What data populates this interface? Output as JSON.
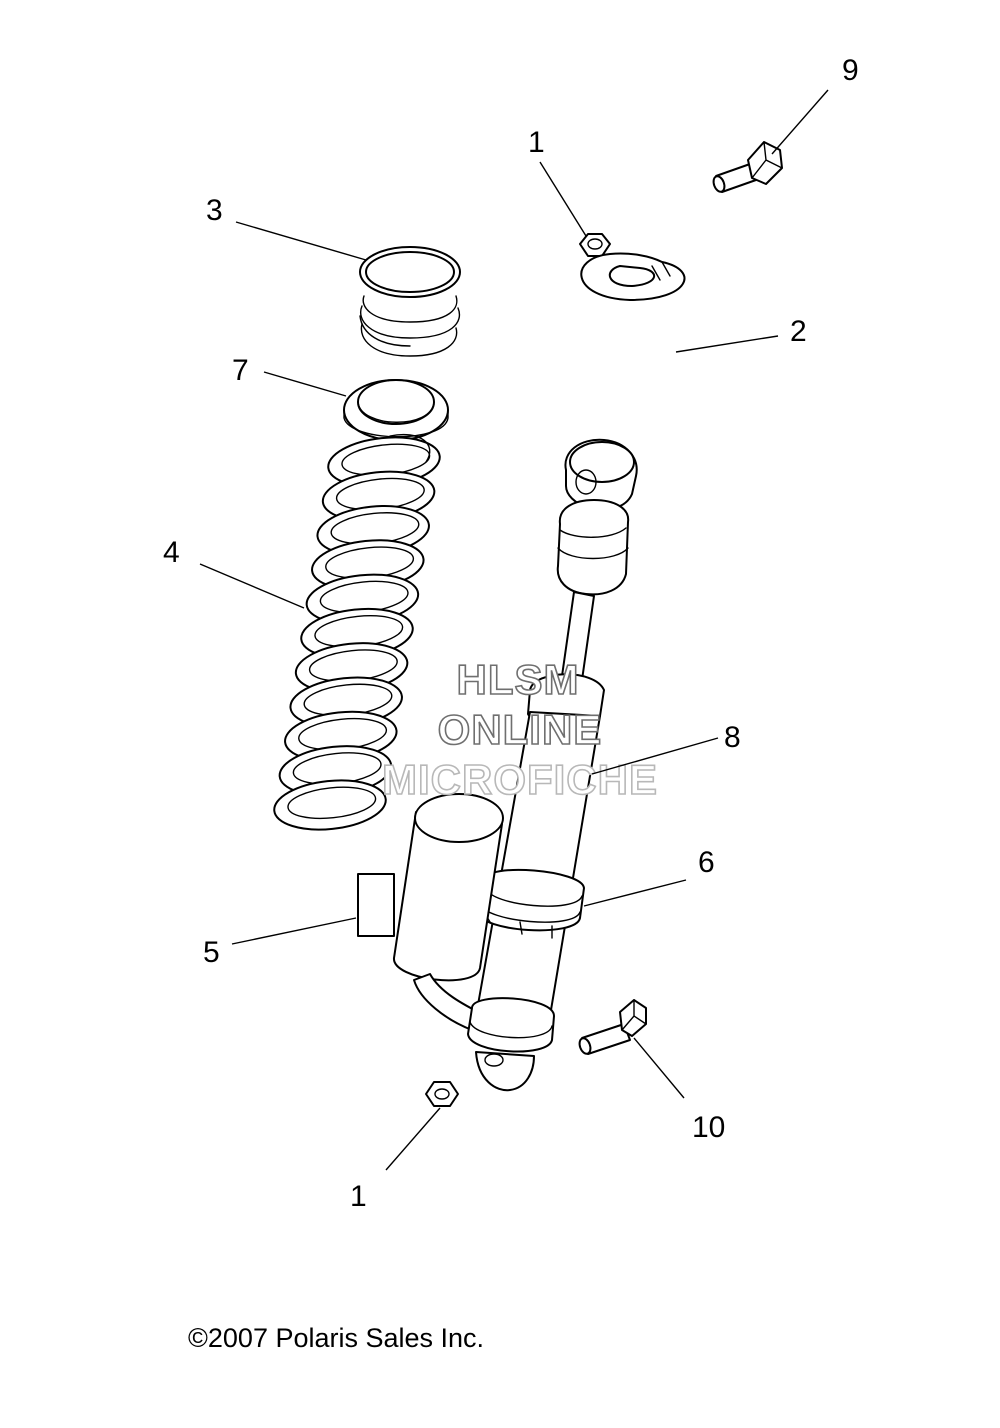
{
  "diagram": {
    "callouts": [
      {
        "id": "c1-top",
        "label": "1"
      },
      {
        "id": "c9",
        "label": "9"
      },
      {
        "id": "c3",
        "label": "3"
      },
      {
        "id": "c2",
        "label": "2"
      },
      {
        "id": "c7",
        "label": "7"
      },
      {
        "id": "c4",
        "label": "4"
      },
      {
        "id": "c8",
        "label": "8"
      },
      {
        "id": "c6",
        "label": "6"
      },
      {
        "id": "c5",
        "label": "5"
      },
      {
        "id": "c10",
        "label": "10"
      },
      {
        "id": "c1-bottom",
        "label": "1"
      }
    ],
    "watermark": {
      "line1": "HLSM",
      "line2": "ONLINE",
      "line3": "MICROFICHE"
    },
    "copyright": "©2007 Polaris Sales Inc."
  }
}
